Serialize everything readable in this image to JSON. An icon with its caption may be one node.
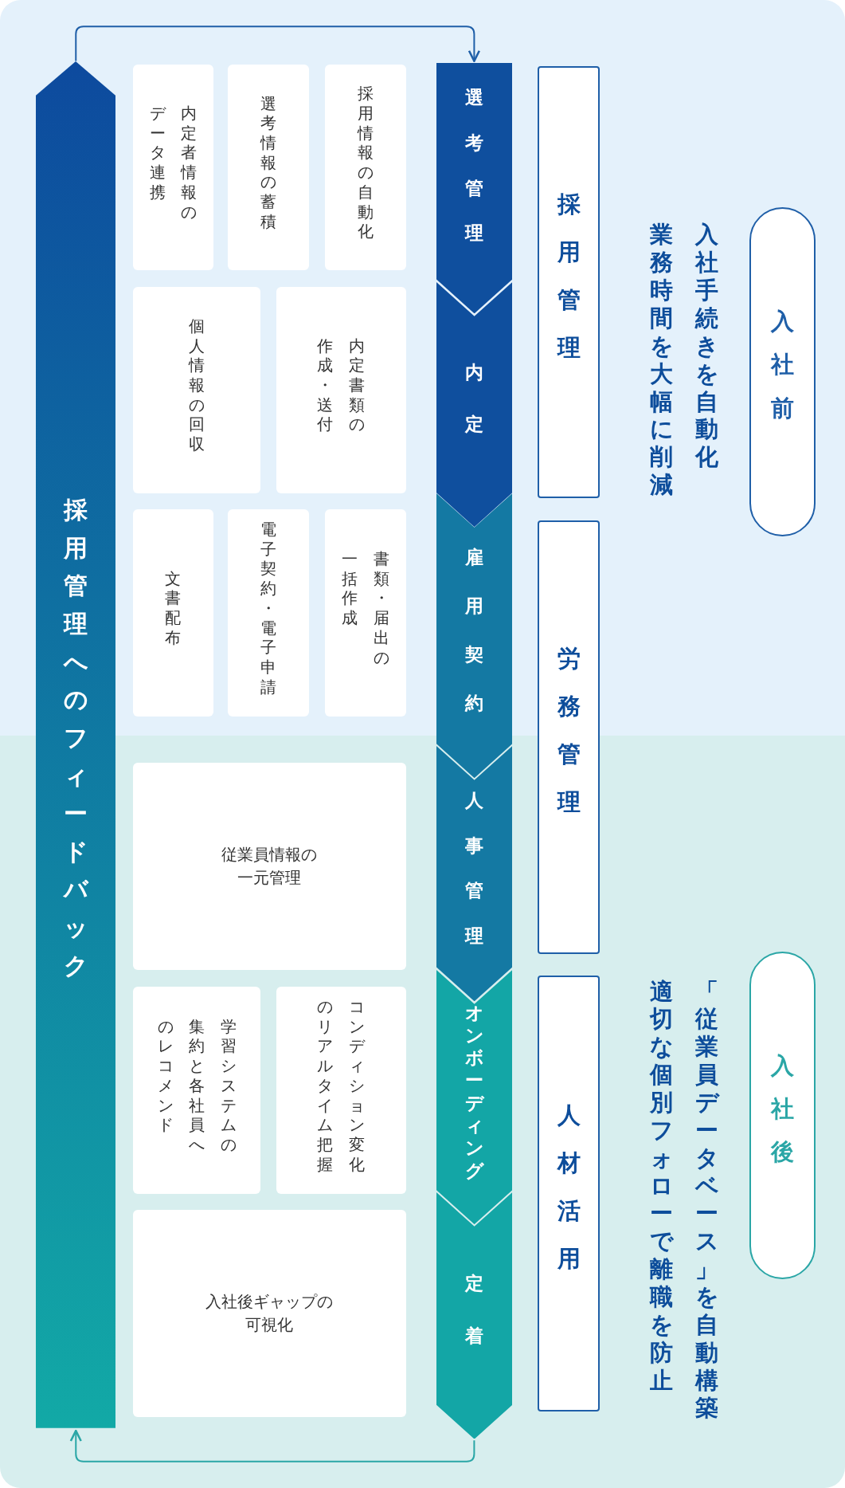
{
  "diagram": {
    "nodes": [
      {
        "text": [
          "採用管理へのフィードバック"
        ]
      },
      {
        "text": [
          "内定者情報のデータ連携"
        ]
      },
      {
        "text": [
          "選考情報の蓄積"
        ]
      },
      {
        "text": [
          "採用情報の自動化"
        ]
      },
      {
        "text": [
          "個人情報の回収"
        ]
      },
      {
        "text": [
          "内定書類の作成・送付"
        ]
      },
      {
        "text": [
          "文書配布"
        ]
      },
      {
        "text": [
          "電子契約・電子申請"
        ]
      },
      {
        "text": [
          "書類・届出の一括作成"
        ]
      },
      {
        "text": [
          "従業員情報の一元管理"
        ]
      },
      {
        "text": [
          "学習システムの集約と各社員へのレコメンド"
        ]
      },
      {
        "text": [
          "コンディション変化のリアルタイム把握"
        ]
      },
      {
        "text": [
          "入社後ギャップの可視化"
        ]
      },
      {
        "text": [
          "選考管理"
        ]
      },
      {
        "text": [
          "内定"
        ]
      },
      {
        "text": [
          "雇用契約"
        ]
      },
      {
        "text": [
          "人事管理"
        ]
      },
      {
        "text": [
          "オンボーディング"
        ]
      },
      {
        "text": [
          "定着"
        ]
      },
      {
        "text": [
          "採用管理"
        ]
      },
      {
        "text": [
          "労務管理"
        ]
      },
      {
        "text": [
          "人材活用"
        ]
      },
      {
        "text": [
          "入社前"
        ]
      },
      {
        "text": [
          "入社後"
        ]
      }
    ],
    "edges": [
      {
        "from": 0,
        "to": 13,
        "arrow": "to",
        "color": "#1f5fa8"
      },
      {
        "from": 18,
        "to": 0,
        "arrow": "to",
        "color": "#2aa6a6"
      }
    ],
    "labels": [
      "入社手続きを自動化",
      "業務時間を大幅に削減",
      "「従業員データベース」を自動構築",
      "適切な個別フォローで離職を防止"
    ]
  }
}
